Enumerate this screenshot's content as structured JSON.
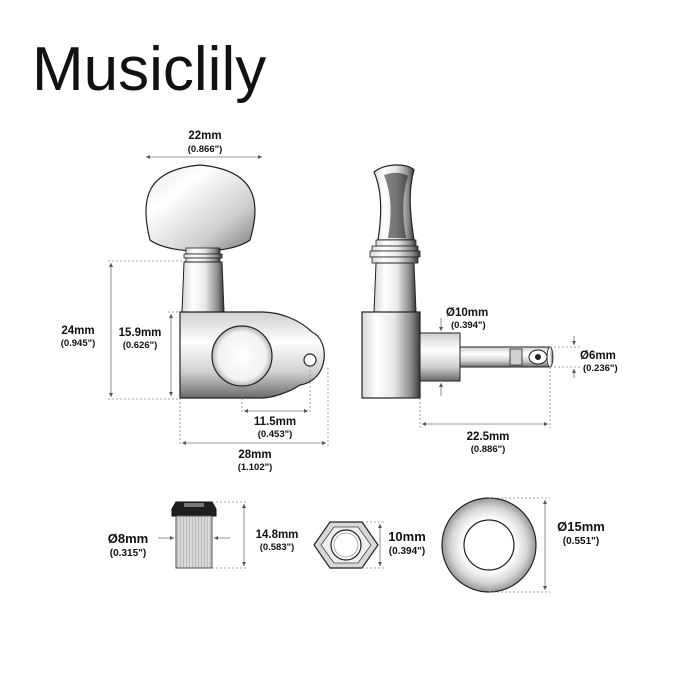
{
  "brand": "Musiclily",
  "colors": {
    "metal_light": "#f4f4f4",
    "metal_dark": "#1a1a1a",
    "line": "#777777",
    "text": "#111111"
  },
  "front_view": {
    "knob_width": {
      "mm": "22mm",
      "in": "(0.866\")"
    },
    "total_height": {
      "mm": "24mm",
      "in": "(0.945\")"
    },
    "housing_height": {
      "mm": "15.9mm",
      "in": "(0.626\")"
    },
    "hole_offset": {
      "mm": "11.5mm",
      "in": "(0.453\")"
    },
    "overall_length": {
      "mm": "28mm",
      "in": "(1.102\")"
    }
  },
  "side_view": {
    "post_base_diameter": {
      "mm": "Ø10mm",
      "in": "(0.394\")"
    },
    "post_tip_diameter": {
      "mm": "Ø6mm",
      "in": "(0.236\")"
    },
    "post_length": {
      "mm": "22.5mm",
      "in": "(0.886\")"
    }
  },
  "bushing": {
    "diameter": {
      "mm": "Ø8mm",
      "in": "(0.315\")"
    },
    "height": {
      "mm": "14.8mm",
      "in": "(0.583\")"
    }
  },
  "hex_nut": {
    "size": {
      "mm": "10mm",
      "in": "(0.394\")"
    }
  },
  "washer": {
    "diameter": {
      "mm": "Ø15mm",
      "in": "(0.551\")"
    }
  }
}
